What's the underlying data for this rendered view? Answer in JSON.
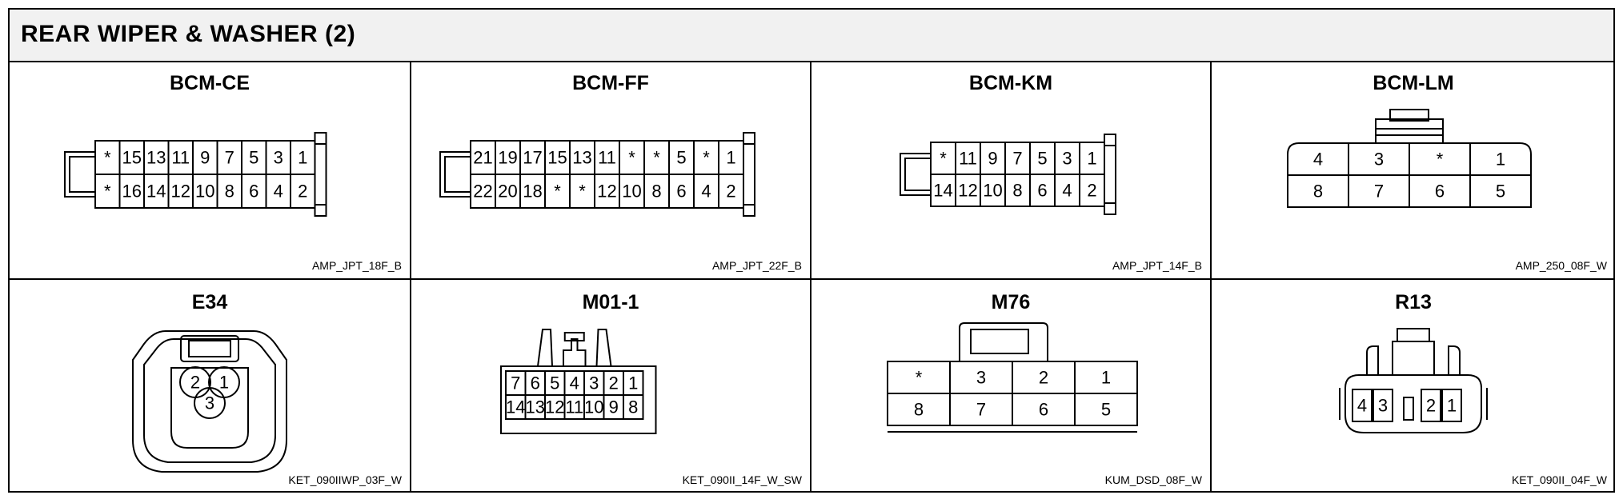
{
  "title": "REAR WIPER & WASHER (2)",
  "connectors": [
    {
      "id": "bcm-ce",
      "name": "BCM-CE",
      "code": "AMP_JPT_18F_B",
      "top": [
        "*",
        "15",
        "13",
        "11",
        "9",
        "7",
        "5",
        "3",
        "1"
      ],
      "bottom": [
        "*",
        "16",
        "14",
        "12",
        "10",
        "8",
        "6",
        "4",
        "2"
      ]
    },
    {
      "id": "bcm-ff",
      "name": "BCM-FF",
      "code": "AMP_JPT_22F_B",
      "top": [
        "21",
        "19",
        "17",
        "15",
        "13",
        "11",
        "*",
        "*",
        "5",
        "*",
        "1"
      ],
      "bottom": [
        "22",
        "20",
        "18",
        "*",
        "*",
        "12",
        "10",
        "8",
        "6",
        "4",
        "2"
      ]
    },
    {
      "id": "bcm-km",
      "name": "BCM-KM",
      "code": "AMP_JPT_14F_B",
      "top": [
        "*",
        "11",
        "9",
        "7",
        "5",
        "3",
        "1"
      ],
      "bottom": [
        "14",
        "12",
        "10",
        "8",
        "6",
        "4",
        "2"
      ]
    },
    {
      "id": "bcm-lm",
      "name": "BCM-LM",
      "code": "AMP_250_08F_W",
      "top": [
        "4",
        "3",
        "*",
        "1"
      ],
      "bottom": [
        "8",
        "7",
        "6",
        "5"
      ]
    },
    {
      "id": "e34",
      "name": "E34",
      "code": "KET_090IIWP_03F_W",
      "pins": [
        "2",
        "1",
        "3"
      ]
    },
    {
      "id": "m01-1",
      "name": "M01-1",
      "code": "KET_090II_14F_W_SW",
      "top": [
        "7",
        "6",
        "5",
        "4",
        "3",
        "2",
        "1"
      ],
      "bottom": [
        "14",
        "13",
        "12",
        "11",
        "10",
        "9",
        "8"
      ]
    },
    {
      "id": "m76",
      "name": "M76",
      "code": "KUM_DSD_08F_W",
      "top": [
        "*",
        "3",
        "2",
        "1"
      ],
      "bottom": [
        "8",
        "7",
        "6",
        "5"
      ]
    },
    {
      "id": "r13",
      "name": "R13",
      "code": "KET_090II_04F_W",
      "pins": [
        "4",
        "3",
        "2",
        "1"
      ]
    }
  ]
}
